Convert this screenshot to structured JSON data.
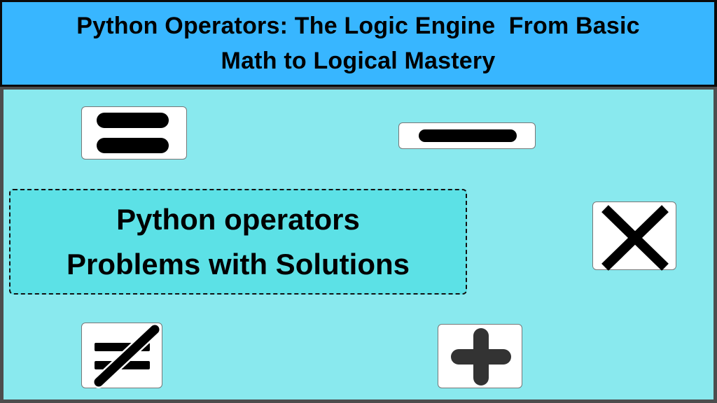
{
  "header": {
    "title_line_1": "Python Operators: The Logic Engine  From Basic",
    "title_line_2": "Math to Logical Mastery"
  },
  "callout": {
    "line_1": "Python operators",
    "line_2": "Problems with Solutions"
  },
  "icons": [
    {
      "name": "equals-icon",
      "label": "="
    },
    {
      "name": "minus-icon",
      "label": "−"
    },
    {
      "name": "multiply-icon",
      "label": "×"
    },
    {
      "name": "not-equal-icon",
      "label": "≠"
    },
    {
      "name": "plus-icon",
      "label": "+"
    }
  ],
  "colors": {
    "header_bg": "#38b6ff",
    "canvas_bg": "#89e9ee",
    "callout_bg": "#5ce1e6",
    "card_bg": "#ffffff",
    "icon_dark": "#000000",
    "plus_icon": "#333333"
  }
}
